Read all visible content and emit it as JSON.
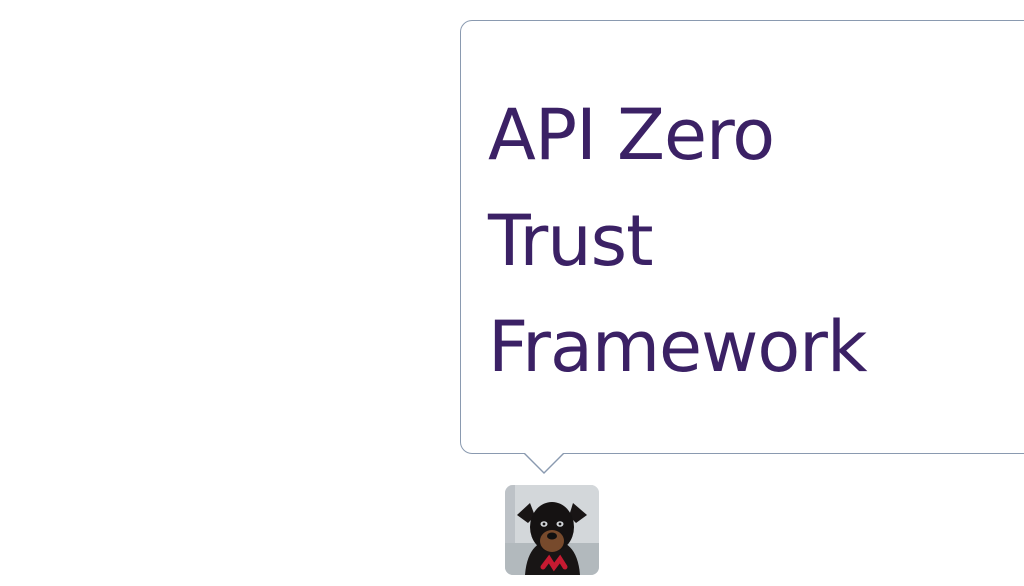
{
  "card": {
    "title_lines": [
      "API Zero",
      "Trust",
      "Framework"
    ]
  },
  "avatar": {
    "icon": "dog-avatar",
    "accent_color": "#d11c34"
  },
  "colors": {
    "title": "#3b2165",
    "bubble_border": "#8a9ab0",
    "background": "#ffffff"
  }
}
